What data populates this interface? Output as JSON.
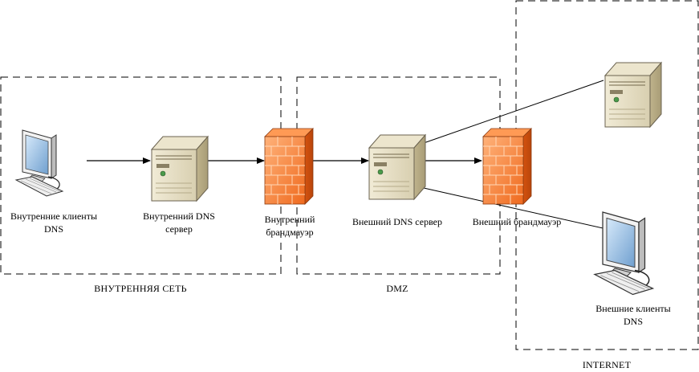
{
  "nodes": {
    "internal_clients": {
      "label": "Внутренние клиенты\nDNS"
    },
    "internal_dns": {
      "label": "Внутренний DNS\nсервер"
    },
    "internal_firewall": {
      "label": "Внутренний\nбрандмауэр"
    },
    "external_dns": {
      "label": "Внешний DNS сервер"
    },
    "external_firewall": {
      "label": "Внешний брандмауэр"
    },
    "external_clients": {
      "label": "Внешние клиенты\nDNS"
    }
  },
  "zones": {
    "internal": {
      "label": "ВНУТРЕННЯЯ СЕТЬ"
    },
    "dmz": {
      "label": "DMZ"
    },
    "internet": {
      "label": "INTERNET"
    }
  },
  "colors": {
    "firewall_light": "#f7a46a",
    "firewall_dark": "#e8641c",
    "server_body": "#e8e0c8",
    "server_shade": "#c9bd98",
    "monitor_screen": "#9fc4e6",
    "line": "#000000"
  },
  "icons": {
    "workstation": "workstation-icon",
    "server": "server-icon",
    "firewall": "firewall-icon"
  }
}
